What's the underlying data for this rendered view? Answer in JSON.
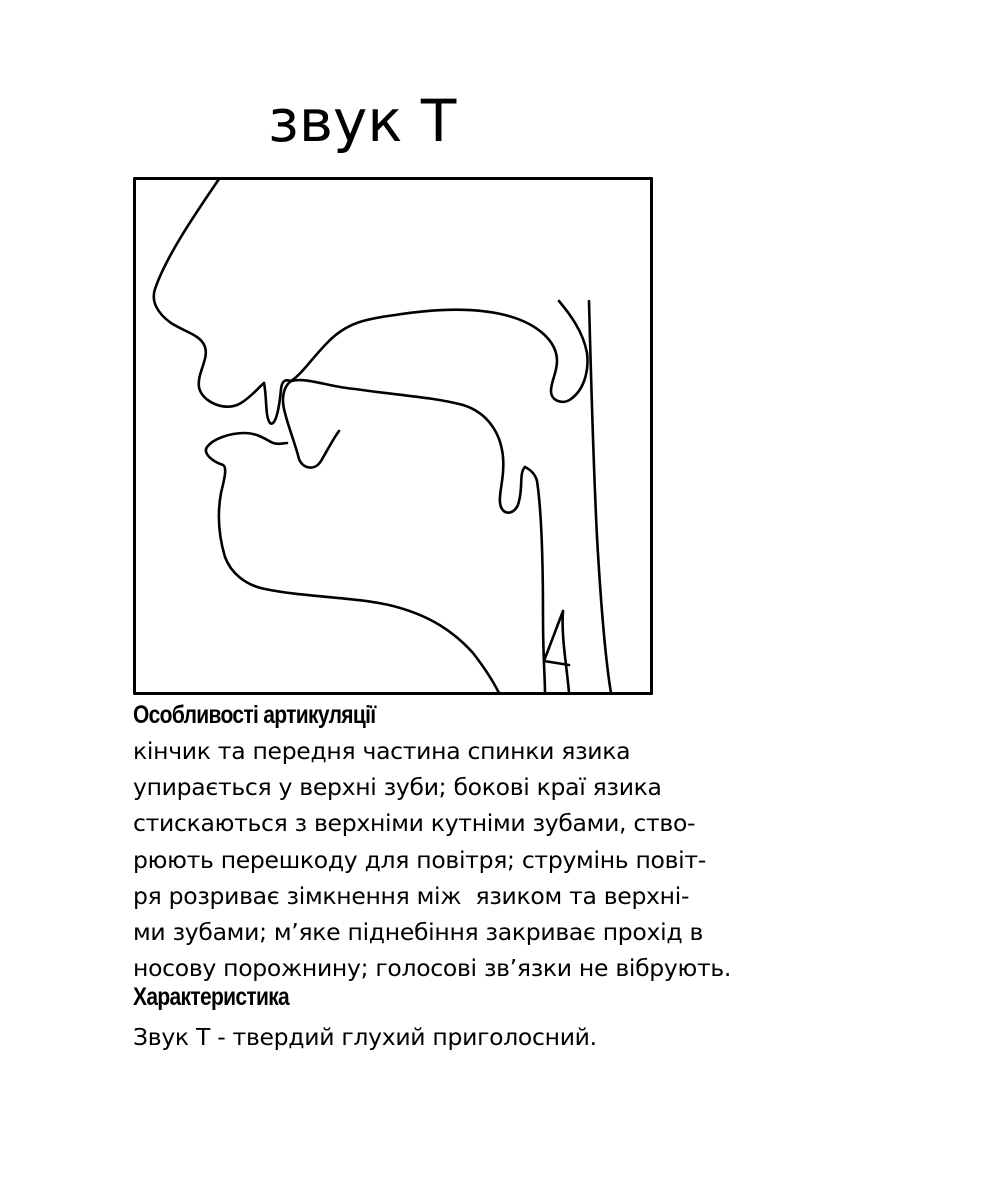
{
  "title": "звук Т",
  "articulation": {
    "heading": "Особливості артикуляції",
    "lines": [
      "кінчик та передня частина спинки язика",
      "упирається у верхні зуби; бокові краї язика",
      "стискаються з верхніми кутніми зубами, ство-",
      "рюють перешкоду для повітря; струмінь повіт-",
      "ря розриває зімкнення між  язиком та верхні-",
      "ми зубами; м’яке піднебіння закриває прохід в",
      "носову порожнину; голосові зв’язки не вібрують."
    ]
  },
  "characteristic": {
    "heading": "Характеристика",
    "text": "Звук Т - твердий глухий приголосний."
  },
  "colors": {
    "ink": "#000000",
    "background": "#ffffff"
  }
}
